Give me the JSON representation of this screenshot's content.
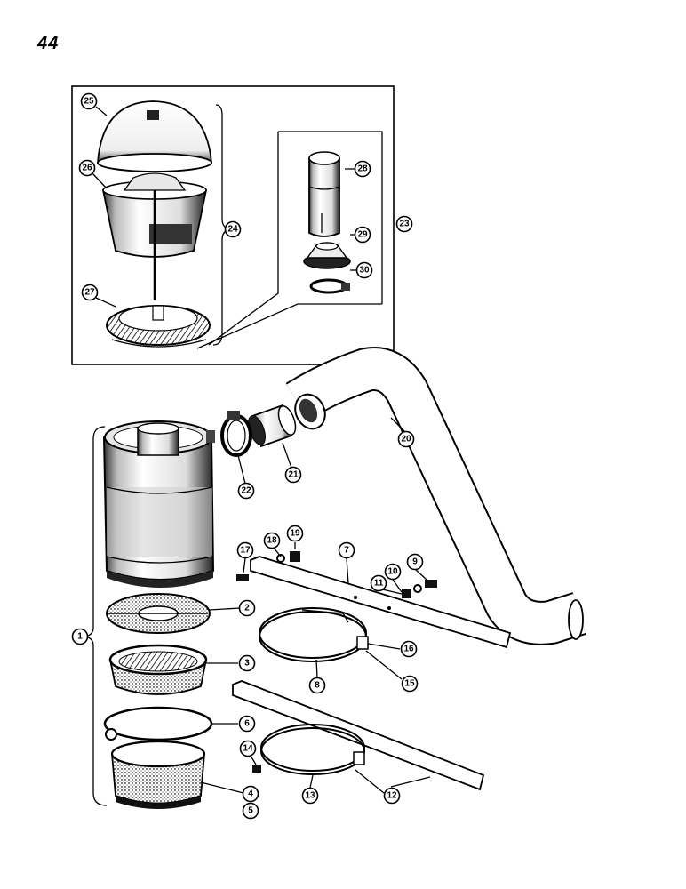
{
  "page": {
    "number": "44"
  },
  "callouts": {
    "c1": "1",
    "c2": "2",
    "c3": "3",
    "c4": "4",
    "c5": "5",
    "c6": "6",
    "c7": "7",
    "c8": "8",
    "c9": "9",
    "c10": "10",
    "c11": "11",
    "c12": "12",
    "c13": "13",
    "c14": "14",
    "c15": "15",
    "c16": "16",
    "c17": "17",
    "c18": "18",
    "c19": "19",
    "c20": "20",
    "c21": "21",
    "c22": "22",
    "c23": "23",
    "c24": "24",
    "c25": "25",
    "c26": "26",
    "c27": "27",
    "c28": "28",
    "c29": "29",
    "c30": "30"
  },
  "colors": {
    "ink": "#000000",
    "paper": "#ffffff",
    "shade": "#555555"
  }
}
